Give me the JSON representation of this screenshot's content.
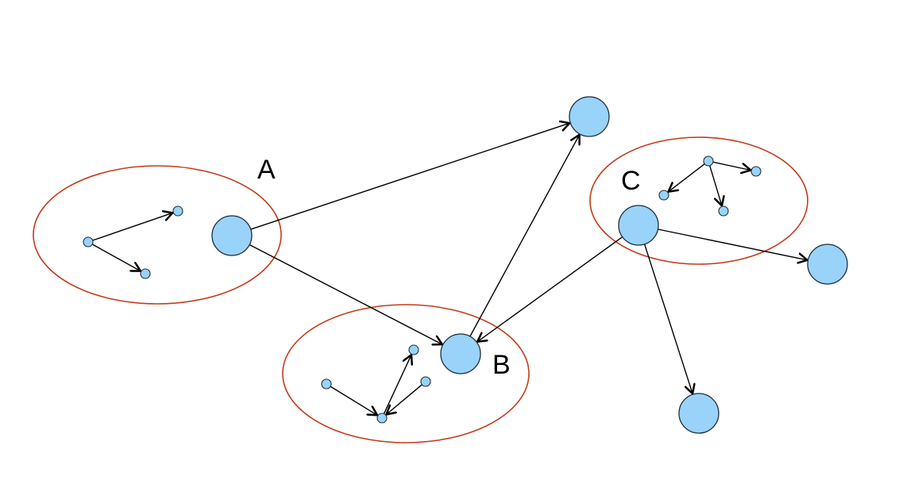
{
  "colors": {
    "node_fill": "#99d3f9",
    "node_stroke": "#1f2d3a",
    "cluster_stroke": "#c23b1b",
    "edge": "#000000",
    "background": "#ffffff"
  },
  "groups": [
    {
      "id": "A",
      "label": "A"
    },
    {
      "id": "B",
      "label": "B"
    },
    {
      "id": "C",
      "label": "C"
    }
  ],
  "nodes": [
    {
      "id": "a_big"
    },
    {
      "id": "a_src"
    },
    {
      "id": "a_t1"
    },
    {
      "id": "a_t2"
    },
    {
      "id": "b_big"
    },
    {
      "id": "b_n1"
    },
    {
      "id": "b_hub"
    },
    {
      "id": "b_top"
    },
    {
      "id": "b_right"
    },
    {
      "id": "c_big"
    },
    {
      "id": "c_src"
    },
    {
      "id": "c_t1"
    },
    {
      "id": "c_t2"
    },
    {
      "id": "c_t3"
    },
    {
      "id": "top_node"
    },
    {
      "id": "right_node"
    },
    {
      "id": "bottom_node"
    }
  ],
  "edges": [
    {
      "from": "a_big",
      "to": "top_node"
    },
    {
      "from": "a_big",
      "to": "b_big"
    },
    {
      "from": "b_big",
      "to": "top_node"
    },
    {
      "from": "c_big",
      "to": "b_big"
    },
    {
      "from": "c_big",
      "to": "right_node"
    },
    {
      "from": "c_big",
      "to": "bottom_node"
    },
    {
      "from": "a_src",
      "to": "a_t1"
    },
    {
      "from": "a_src",
      "to": "a_t2"
    },
    {
      "from": "b_n1",
      "to": "b_hub"
    },
    {
      "from": "b_right",
      "to": "b_hub"
    },
    {
      "from": "b_hub",
      "to": "b_top"
    },
    {
      "from": "c_src",
      "to": "c_t1"
    },
    {
      "from": "c_src",
      "to": "c_t2"
    },
    {
      "from": "c_src",
      "to": "c_t3"
    }
  ]
}
